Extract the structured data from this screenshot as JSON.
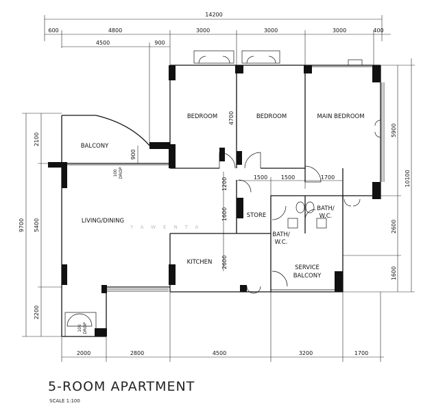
{
  "rooms": {
    "bedroom_1": "BEDROOM",
    "bedroom_2": "BEDROOM",
    "main_bedroom": "MAIN BEDROOM",
    "balcony": "BALCONY",
    "living_dining": "LIVING/DINING",
    "store": "STORE",
    "kitchen": "KITCHEN",
    "bath_wc_1_line1": "BATH/",
    "bath_wc_1_line2": "W.C.",
    "bath_wc_2_line1": "BATH/",
    "bath_wc_2_line2": "W.C.",
    "service_balcony_line1": "SERVICE",
    "service_balcony_line2": "BALCONY"
  },
  "notes": {
    "drop_1_a": "100",
    "drop_1_b": "DROP",
    "drop_2_a": "100",
    "drop_2_b": "DROP"
  },
  "dimensions": {
    "top_total": "14200",
    "top_600": "600",
    "top_4800": "4800",
    "top_3000_a": "3000",
    "top_3000_b": "3000",
    "top_3000_c": "3000",
    "top_400": "400",
    "balcony_4500": "4500",
    "balcony_900": "900",
    "bedroom_4700": "4700",
    "balcony_depth_900": "900",
    "store_1200": "1200",
    "store_1600": "1600",
    "kitchen_2600": "2600",
    "bath_1500_a": "1500",
    "bath_1500_b": "1500",
    "bath_1700": "1700",
    "left_2100": "2100",
    "left_5400": "5400",
    "left_9700": "9700",
    "left_2200": "2200",
    "right_5900": "5900",
    "right_10100": "10100",
    "right_2600": "2600",
    "right_1600": "1600",
    "bottom_2000": "2000",
    "bottom_2800": "2800",
    "bottom_4500": "4500",
    "bottom_3200": "3200",
    "bottom_1700": "1700"
  },
  "watermark": "YAWENTA",
  "title": "5-ROOM APARTMENT",
  "scale": "SCALE 1:100"
}
